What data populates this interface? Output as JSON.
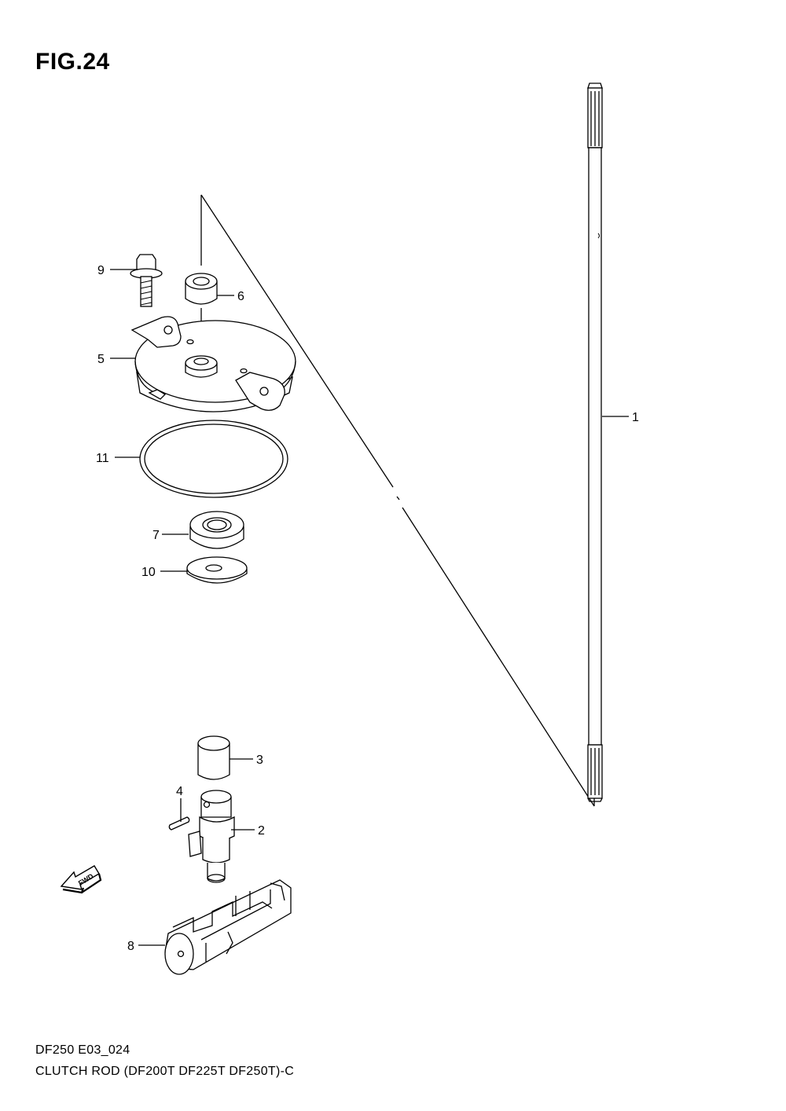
{
  "figure": {
    "title": "FIG.24"
  },
  "callouts": {
    "p1": "1",
    "p2": "2",
    "p3": "3",
    "p4": "4",
    "p5": "5",
    "p6": "6",
    "p7": "7",
    "p8": "8",
    "p9": "9",
    "p10": "10",
    "p11": "11"
  },
  "fwd_label": "FWD",
  "footer": {
    "code": "DF250 E03_024",
    "description": "CLUTCH ROD (DF200T DF225T DF250T)-C"
  }
}
